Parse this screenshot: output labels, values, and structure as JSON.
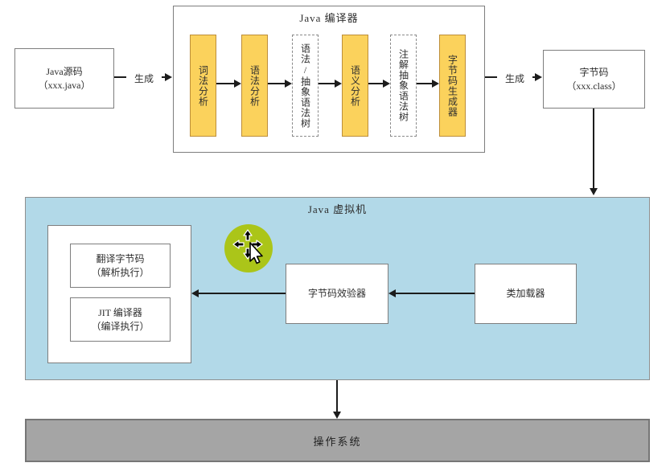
{
  "colors": {
    "stage_yellow": "#fbd25c",
    "stage_yellow_border": "#bd8e3a",
    "jvm_blue": "#b2d9e8",
    "os_gray": "#a5a5a5",
    "cursor_green": "#abc519",
    "line_black": "#1c1c1c"
  },
  "source_box": {
    "line1": "Java源码",
    "line2": "（xxx.java）"
  },
  "flow_left_label": "生成",
  "compiler": {
    "title": "Java 编译器",
    "stages": [
      {
        "label": "词法分析",
        "style": "solid"
      },
      {
        "label": "语法分析",
        "style": "solid"
      },
      {
        "label": "语法/抽象语法树",
        "style": "dashed"
      },
      {
        "label": "语义分析",
        "style": "solid"
      },
      {
        "label": "注解抽象语法树",
        "style": "dashed"
      },
      {
        "label": "字节码生成器",
        "style": "solid"
      }
    ]
  },
  "flow_right_label": "生成",
  "bytecode_box": {
    "line1": "字节码",
    "line2": "（xxx.class）"
  },
  "jvm": {
    "title": "Java 虚拟机",
    "engine": {
      "interpreter": {
        "line1": "翻译字节码",
        "line2": "（解析执行）"
      },
      "jit": {
        "line1": "JIT 编译器",
        "line2": "（编译执行）"
      }
    },
    "verifier": "字节码效验器",
    "classloader": "类加载器"
  },
  "os_bar": {
    "label": "操作系统"
  },
  "cursor": {
    "type": "move-cursor"
  }
}
